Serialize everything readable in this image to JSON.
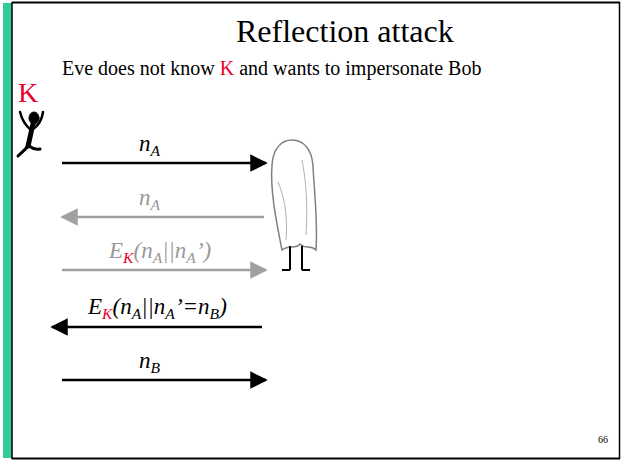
{
  "diagram": {
    "title": "Reflection attack",
    "labels": [
      "Eve does not know",
      "K",
      "and wants to impersonate Bob",
      "K",
      "n",
      "A",
      "n",
      "A",
      "E",
      "K",
      "(n",
      "A",
      "||n",
      "A",
      "’)",
      "E",
      "K",
      "(n",
      "A",
      "||n",
      "A",
      "’=n",
      "B",
      ")",
      "n",
      "B",
      "66"
    ]
  }
}
